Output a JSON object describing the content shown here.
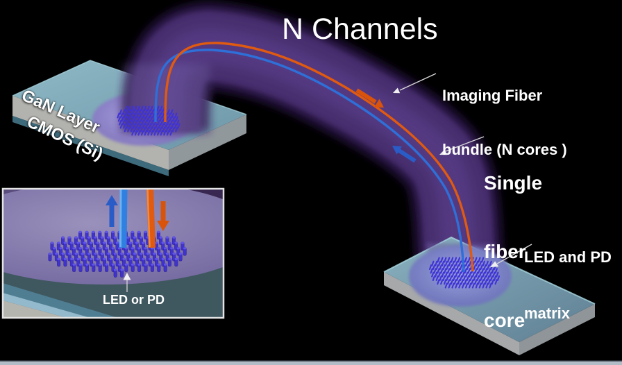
{
  "title": "N Channels",
  "labels": {
    "imaging_fiber_bundle": {
      "line1": "Imaging Fiber",
      "line2": "bundle (N cores )"
    },
    "single_fiber_core": {
      "line1": "Single",
      "line2": "fiber",
      "line3": "core"
    },
    "led_pd_matrix": {
      "line1": "LED and PD",
      "line2": "matrix"
    },
    "gan_layer": "GaN Layer",
    "cmos_si": "CMOS (Si)",
    "led_or_pd": "LED or PD"
  },
  "colors": {
    "background": "#000000",
    "bundle_outer": "#2a1847",
    "bundle_mid": "#4b3173",
    "bundle_inner": "#5f4392",
    "fiber_blue": "#2e6fd8",
    "fiber_orange": "#e05a10",
    "flow_arrow_orange": "#d9530b",
    "flow_arrow_blue": "#2a5cc8",
    "chip_top_light": "#8fb9c6",
    "chip_top_dark": "#6d96a8",
    "chip_side_gray": "#a8aaac",
    "chip_edge_highlight": "#a9d8e2",
    "glow_left": "#9b8fd0",
    "glow_right": "#8d95d6",
    "matrix_blue": "#3f33d6",
    "pillar_body": "#4032cc",
    "pillar_cap": "#6055e8",
    "inset_bg": "#5a4d7d",
    "inset_dark_purple": "#382750",
    "inset_slate": "#3f575f",
    "inset_stripe_teal": "#4f7e93",
    "inset_stripe_blue": "#93b9cc",
    "inset_stripe_gray": "#b5b5af",
    "pointer": "#d8d8d8",
    "text": "#ffffff",
    "bottom_strip": "#b2bcc6"
  }
}
